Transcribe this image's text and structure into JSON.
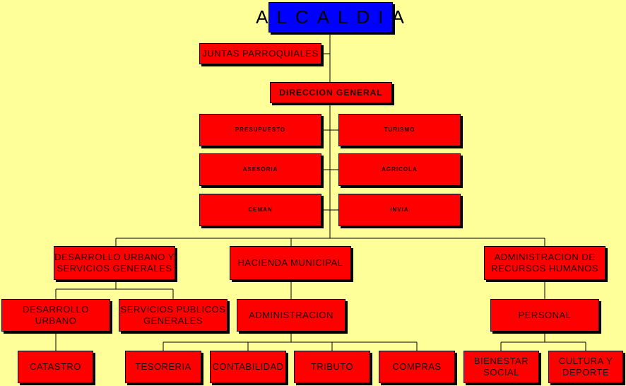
{
  "org": {
    "alcaldia": "ALCALDIA",
    "juntas": "JUNTAS PARROQUIALES",
    "direccion": "DIRECCION GENERAL",
    "presupuesto": "PRESUPUESTO",
    "turismo": "TURISMO",
    "asesoria": "ASESORIA",
    "agricola": "AGRICOLA",
    "ceman": "CEMAN",
    "invia": "INVIA",
    "desarrollo_servicios": "DESARROLLO URBANO Y\nSERVICIOS GENERALES",
    "hacienda": "HACIENDA MUNICIPAL",
    "admin_rrhh": "ADMINISTRACION DE\nRECURSOS HUMANOS",
    "desarrollo_urbano": "DESARROLLO\nURBANO",
    "servicios_publicos": "SERVICIOS PUBLICOS\nGENERALES",
    "administracion": "ADMINISTRACION",
    "personal": "PERSONAL",
    "catastro": "CATASTRO",
    "tesoreria": "TESORERIA",
    "contabilidad": "CONTABILIDAD",
    "tributo": "TRIBUTO",
    "compras": "COMPRAS",
    "bienestar": "BIENESTAR\nSOCIAL",
    "cultura": "CULTURA Y\nDEPORTE"
  },
  "colors": {
    "background": "#ffff99",
    "box": "#ff0000",
    "top_box": "#0000ff"
  }
}
